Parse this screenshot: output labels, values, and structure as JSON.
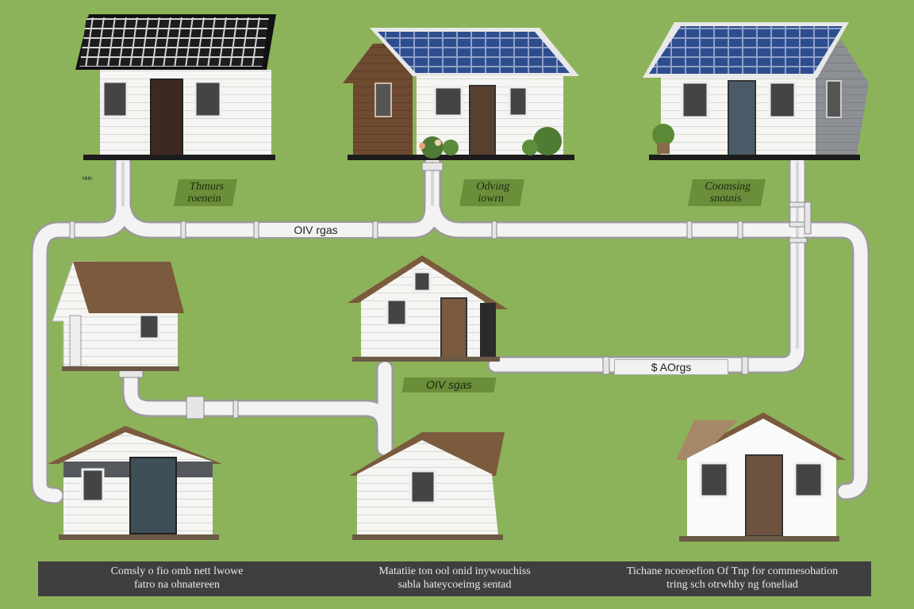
{
  "labels": {
    "top_left_tag": "ᴺᴺᴺ",
    "green_1": [
      "Thmurs",
      "roenein"
    ],
    "green_2": [
      "Odving",
      "iowrn"
    ],
    "green_3": [
      "Coomsing",
      "snotnis"
    ],
    "pipe_top": "OIV rgas",
    "pipe_mid_right": "$ AOrgs",
    "green_mid": "OIV sgas"
  },
  "footer": [
    [
      "Comsly o fio omb nett lwowe",
      "fatro na ohnatereen"
    ],
    [
      "Matatiie ton ool onid inywouchiss",
      "sabla hateycoeimg sentad"
    ],
    [
      "Tichane ncoeoefion Of Tnp for commesohation",
      "tring sch otrwhhy ng foneliad"
    ]
  ],
  "colors": {
    "background": "#8db35a",
    "pipe": "#f3f3f3",
    "roof_brown": "#7a5a3c",
    "solar": "#2b4a8a",
    "siding": "#f4f4f4",
    "footer_bg": "#3f3f3f"
  }
}
